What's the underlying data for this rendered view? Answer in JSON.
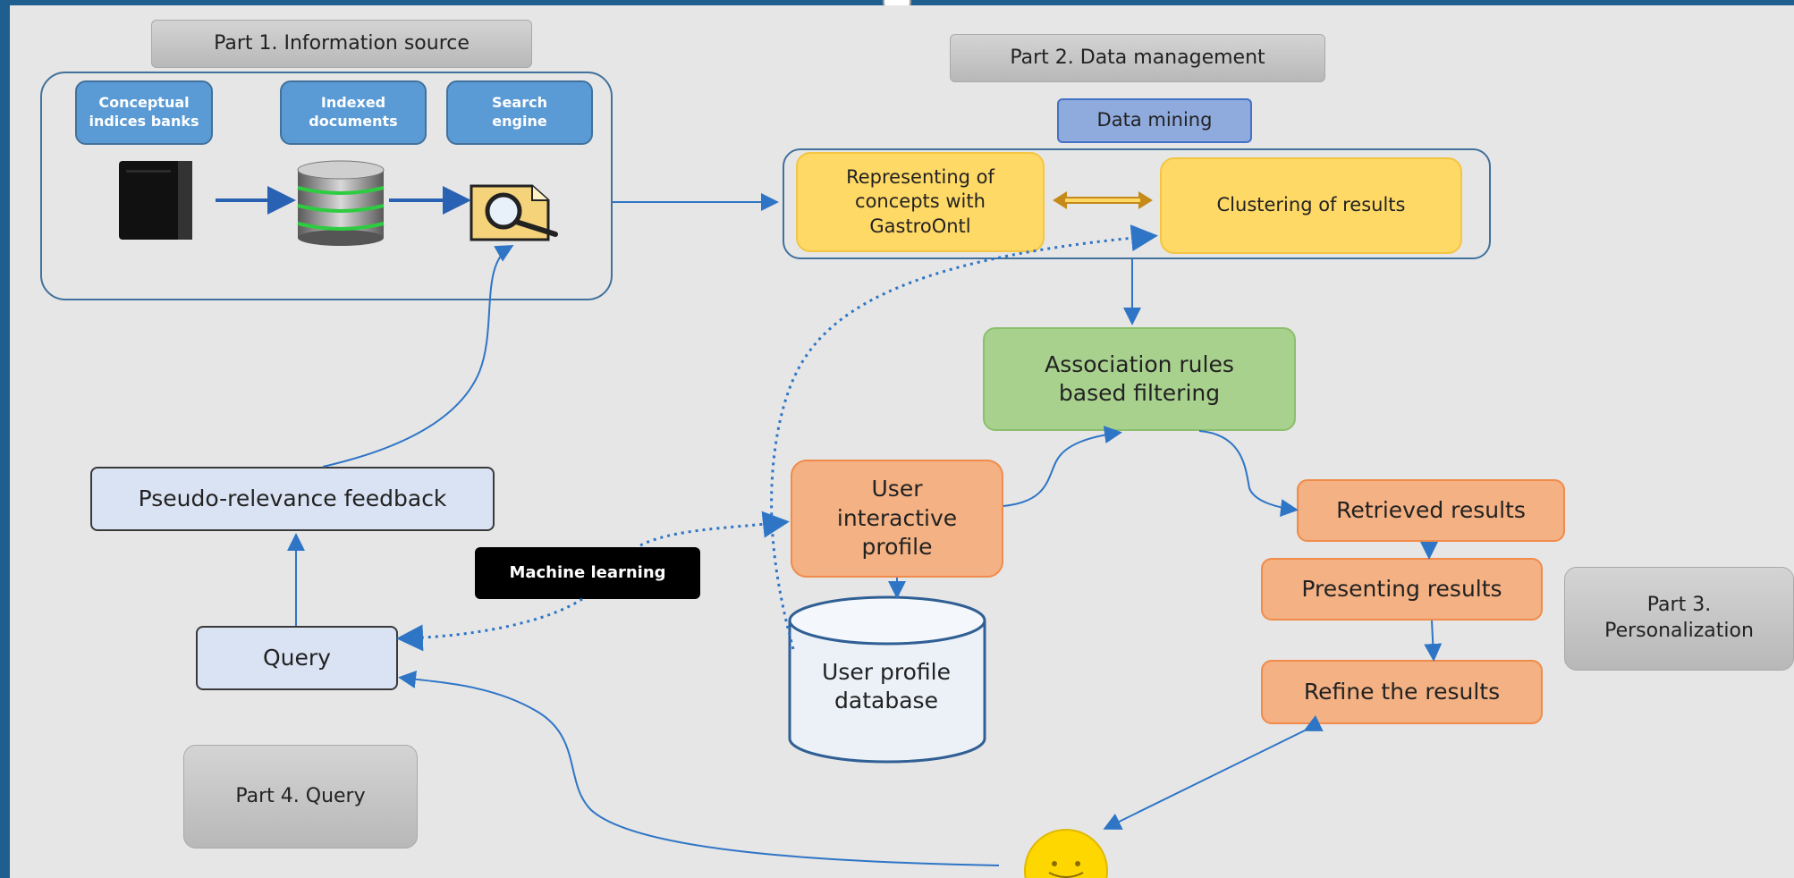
{
  "part1": {
    "label": "Part 1. Information source",
    "tiles": [
      "Conceptual\nindices banks",
      "Indexed\ndocuments",
      "Search\nengine"
    ]
  },
  "part2": {
    "label": "Part 2. Data management",
    "data_mining": "Data mining",
    "representing": "Representing of\nconcepts with\nGastroOntl",
    "clustering": "Clustering of results",
    "association": "Association rules\nbased filtering"
  },
  "part3": {
    "label": "Part 3.\nPersonalization",
    "retrieved": "Retrieved results",
    "presenting": "Presenting results",
    "refine": "Refine the results"
  },
  "part4": {
    "label": "Part 4. Query",
    "query": "Query",
    "pseudo": "Pseudo-relevance feedback"
  },
  "user": {
    "profile": "User\ninteractive\nprofile",
    "database": "User profile\ndatabase",
    "machine_learning": "Machine learning"
  },
  "icons": [
    "server-icon",
    "database-icon",
    "search-engine-icon",
    "smiley-face-icon"
  ],
  "colors": {
    "accent_blue": "#5b9bd5",
    "yellow": "#ffd966",
    "green": "#a9d18e",
    "orange": "#f4b183",
    "light_blue": "#dae3f3",
    "arrow": "#2e75c6"
  }
}
